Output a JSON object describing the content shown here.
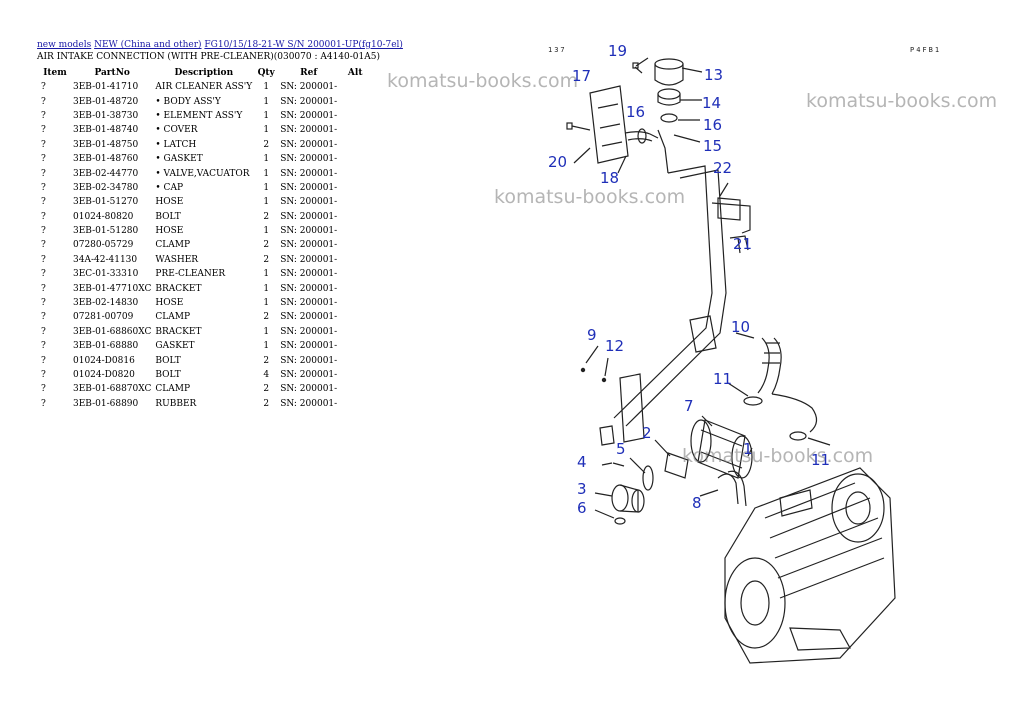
{
  "breadcrumb": {
    "links": [
      "new models",
      "NEW (China and other)",
      "FG10/15/18-21-W S/N 200001-UP(fg10-7el)"
    ]
  },
  "subtitle": "AIR INTAKE CONNECTION (WITH PRE-CLEANER)(030070 : A4140-01A5)",
  "table": {
    "headers": [
      "Item",
      "PartNo",
      "Description",
      "Qty",
      "Ref",
      "Alt"
    ],
    "rows": [
      [
        "?",
        "3EB-01-41710",
        "AIR CLEANER ASS'Y",
        "1",
        "SN: 200001-",
        ""
      ],
      [
        "?",
        "3EB-01-48720",
        "• BODY ASS'Y",
        "1",
        "SN: 200001-",
        ""
      ],
      [
        "?",
        "3EB-01-38730",
        "• ELEMENT ASS'Y",
        "1",
        "SN: 200001-",
        ""
      ],
      [
        "?",
        "3EB-01-48740",
        "• COVER",
        "1",
        "SN: 200001-",
        ""
      ],
      [
        "?",
        "3EB-01-48750",
        "• LATCH",
        "2",
        "SN: 200001-",
        ""
      ],
      [
        "?",
        "3EB-01-48760",
        "• GASKET",
        "1",
        "SN: 200001-",
        ""
      ],
      [
        "?",
        "3EB-02-44770",
        "• VALVE,VACUATOR",
        "1",
        "SN: 200001-",
        ""
      ],
      [
        "?",
        "3EB-02-34780",
        "• CAP",
        "1",
        "SN: 200001-",
        ""
      ],
      [
        "?",
        "3EB-01-51270",
        "HOSE",
        "1",
        "SN: 200001-",
        ""
      ],
      [
        "?",
        "01024-80820",
        "BOLT",
        "2",
        "SN: 200001-",
        ""
      ],
      [
        "?",
        "3EB-01-51280",
        "HOSE",
        "1",
        "SN: 200001-",
        ""
      ],
      [
        "?",
        "07280-05729",
        "CLAMP",
        "2",
        "SN: 200001-",
        ""
      ],
      [
        "?",
        "34A-42-41130",
        "WASHER",
        "2",
        "SN: 200001-",
        ""
      ],
      [
        "?",
        "3EC-01-33310",
        "PRE-CLEANER",
        "1",
        "SN: 200001-",
        ""
      ],
      [
        "?",
        "3EB-01-47710XC",
        "BRACKET",
        "1",
        "SN: 200001-",
        ""
      ],
      [
        "?",
        "3EB-02-14830",
        "HOSE",
        "1",
        "SN: 200001-",
        ""
      ],
      [
        "?",
        "07281-00709",
        "CLAMP",
        "2",
        "SN: 200001-",
        ""
      ],
      [
        "?",
        "3EB-01-68860XC",
        "BRACKET",
        "1",
        "SN: 200001-",
        ""
      ],
      [
        "?",
        "3EB-01-68880",
        "GASKET",
        "1",
        "SN: 200001-",
        ""
      ],
      [
        "?",
        "01024-D0816",
        "BOLT",
        "2",
        "SN: 200001-",
        ""
      ],
      [
        "?",
        "01024-D0820",
        "BOLT",
        "4",
        "SN: 200001-",
        ""
      ],
      [
        "?",
        "3EB-01-68870XC",
        "CLAMP",
        "2",
        "SN: 200001-",
        ""
      ],
      [
        "?",
        "3EB-01-68890",
        "RUBBER",
        "2",
        "SN: 200001-",
        ""
      ]
    ]
  },
  "diagram": {
    "page_left": "137",
    "page_right": "P4FB1",
    "watermark": "komatsu-books.com",
    "callouts": [
      "19",
      "13",
      "17",
      "14",
      "16",
      "16",
      "15",
      "20",
      "18",
      "22",
      "21",
      "10",
      "9",
      "12",
      "11",
      "7",
      "2",
      "1",
      "5",
      "11",
      "4",
      "3",
      "8",
      "6"
    ],
    "colors": {
      "callout": "#1f2fb8",
      "link": "#1a1aa6",
      "watermark": "#787878"
    }
  }
}
